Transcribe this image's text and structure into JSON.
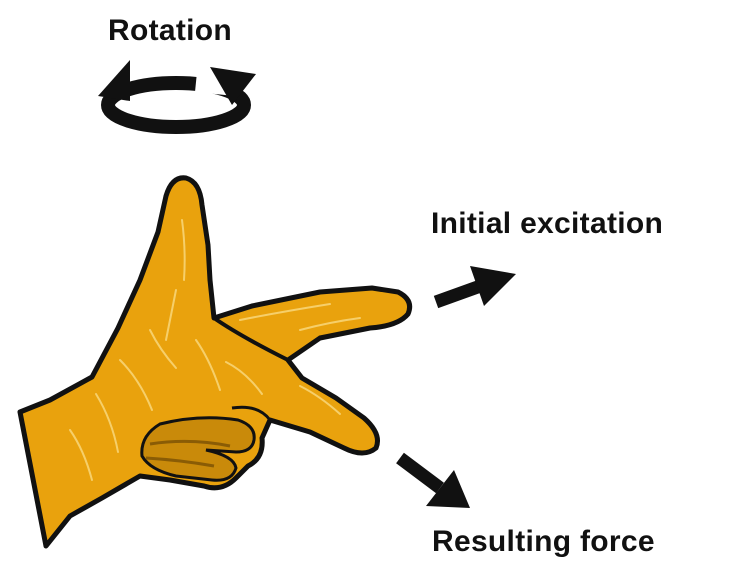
{
  "labels": {
    "rotation": "Rotation",
    "initial_excitation": "Initial excitation",
    "resulting_force": "Resulting force"
  },
  "colors": {
    "hand_fill": "#E9A20D",
    "hand_shadow": "#C98A0A",
    "hand_highlight": "#F6CF6A",
    "outline": "#111111",
    "text": "#111111"
  },
  "icons": {
    "rotation": "circular-arrow-icon",
    "excitation": "arrow-right-up-icon",
    "force": "arrow-right-down-icon"
  }
}
